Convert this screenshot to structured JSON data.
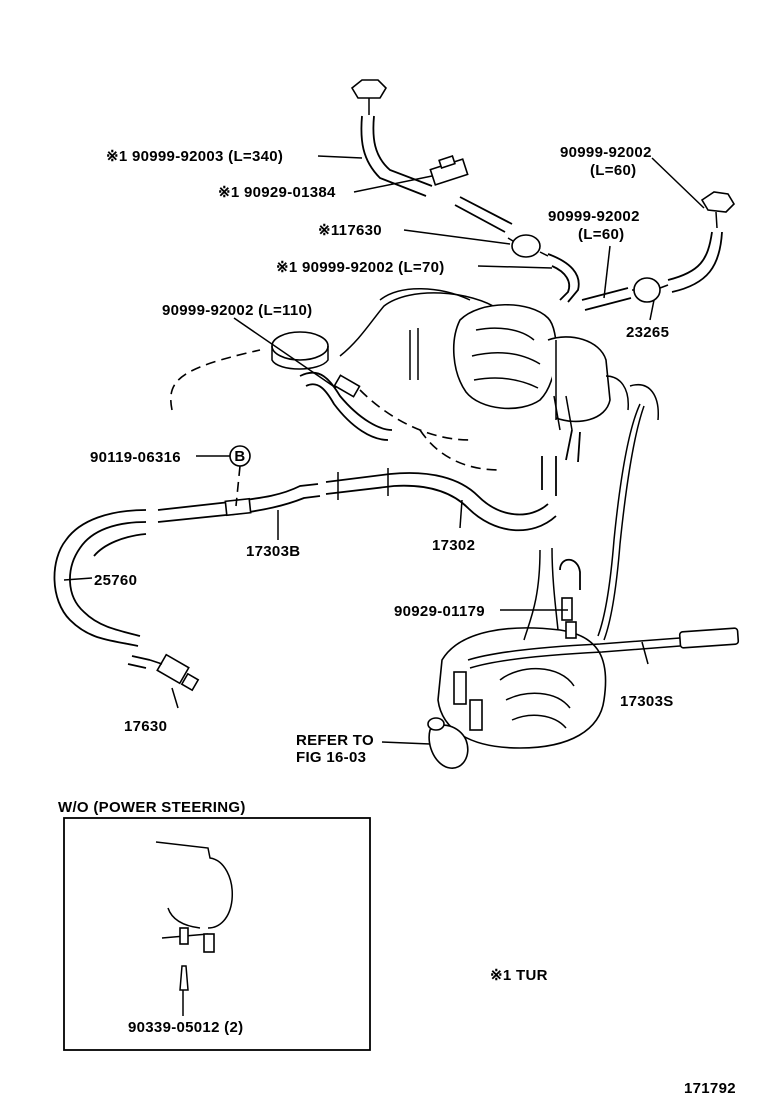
{
  "labels": {
    "hose_340": "※1  90999-92003 (L=340)",
    "clip_01384": "※1 90929-01384",
    "valve_117630": "※117630",
    "hose_70": "※1  90999-92002 (L=70)",
    "hose_60_top": [
      "90999-92002",
      "(L=60)"
    ],
    "hose_60_mid": [
      "90999-92002",
      "(L=60)"
    ],
    "part_23265": "23265",
    "hose_110": "90999-92002 (L=110)",
    "bolt_06316": "90119-06316",
    "ref_b": "B",
    "pipe_17303b": "17303B",
    "pipe_17302": "17302",
    "hose_25760": "25760",
    "valve_17630": "17630",
    "clip_01179": "90929-01179",
    "pipe_17303s": "17303S",
    "refer": [
      "REFER TO",
      "FIG 16-03"
    ],
    "inset_title": "W/O (POWER STEERING)",
    "cap_05012": "90339-05012 (2)",
    "note_tur": "※1    TUR",
    "fig_number": "171792"
  }
}
